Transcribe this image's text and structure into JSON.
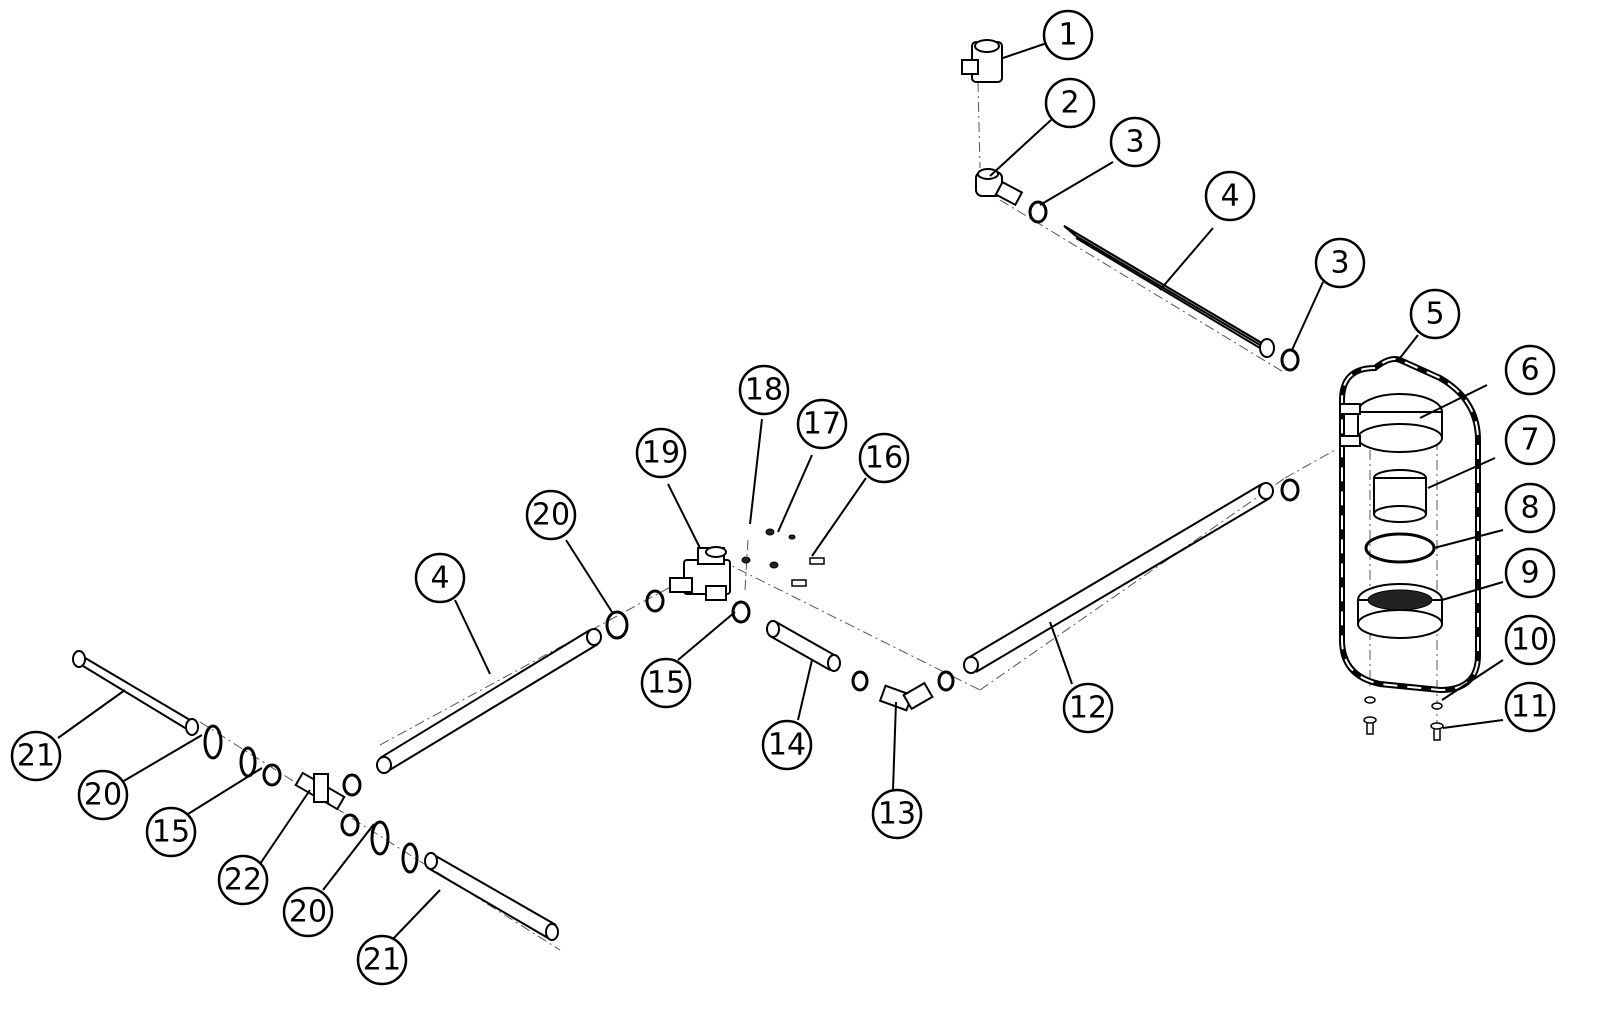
{
  "callouts": [
    {
      "id": "c1",
      "label": "1"
    },
    {
      "id": "c2",
      "label": "2"
    },
    {
      "id": "c3a",
      "label": "3"
    },
    {
      "id": "c4a",
      "label": "4"
    },
    {
      "id": "c3b",
      "label": "3"
    },
    {
      "id": "c5",
      "label": "5"
    },
    {
      "id": "c6",
      "label": "6"
    },
    {
      "id": "c7",
      "label": "7"
    },
    {
      "id": "c8",
      "label": "8"
    },
    {
      "id": "c9",
      "label": "9"
    },
    {
      "id": "c10",
      "label": "10"
    },
    {
      "id": "c11",
      "label": "11"
    },
    {
      "id": "c12",
      "label": "12"
    },
    {
      "id": "c13",
      "label": "13"
    },
    {
      "id": "c14",
      "label": "14"
    },
    {
      "id": "c15a",
      "label": "15"
    },
    {
      "id": "c16",
      "label": "16"
    },
    {
      "id": "c17",
      "label": "17"
    },
    {
      "id": "c18",
      "label": "18"
    },
    {
      "id": "c19",
      "label": "19"
    },
    {
      "id": "c20a",
      "label": "20"
    },
    {
      "id": "c4b",
      "label": "4"
    },
    {
      "id": "c21a",
      "label": "21"
    },
    {
      "id": "c20b",
      "label": "20"
    },
    {
      "id": "c15b",
      "label": "15"
    },
    {
      "id": "c22",
      "label": "22"
    },
    {
      "id": "c20c",
      "label": "20"
    },
    {
      "id": "c21b",
      "label": "21"
    }
  ]
}
